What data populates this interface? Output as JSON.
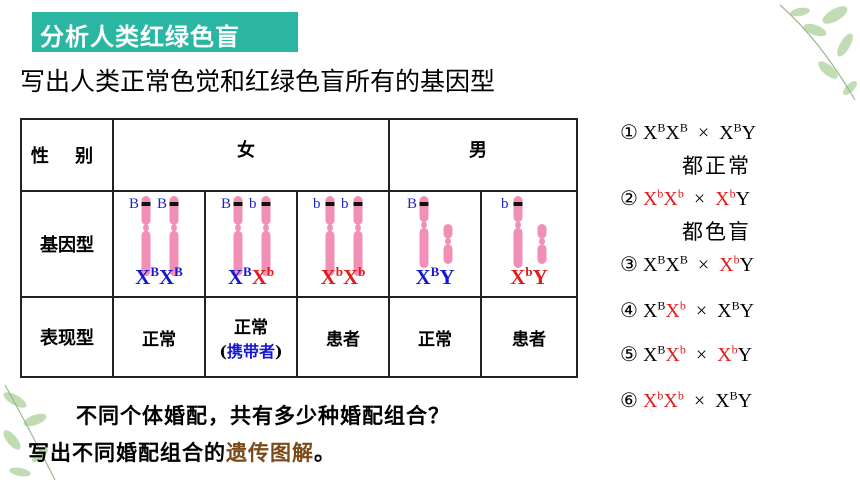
{
  "slide": {
    "title": "分析人类红绿色盲",
    "subtitle": "写出人类正常色觉和红绿色盲所有的基因型"
  },
  "table": {
    "head": {
      "sex_label": "性 别",
      "female": "女",
      "male": "男"
    },
    "row_genotype_label": "基因型",
    "row_phenotype_label": "表现型",
    "chromosome_color": "#f28fb6",
    "columns": [
      {
        "alleles": [
          "B",
          "B"
        ],
        "genotype": {
          "p1": "X",
          "s1": "B",
          "p2": "X",
          "s2": "B"
        },
        "phenotype": "正常"
      },
      {
        "alleles": [
          "B",
          "b"
        ],
        "genotype": {
          "p1": "X",
          "s1": "B",
          "p2": "X",
          "s2": "b"
        },
        "phenotype": "正常",
        "phenotype_note": "携带者"
      },
      {
        "alleles": [
          "b",
          "b"
        ],
        "genotype": {
          "p1": "X",
          "s1": "b",
          "p2": "X",
          "s2": "b"
        },
        "phenotype": "患者"
      },
      {
        "alleles": [
          "B"
        ],
        "genotype": {
          "p1": "X",
          "s1": "B",
          "p2": "Y"
        },
        "phenotype": "正常"
      },
      {
        "alleles": [
          "b"
        ],
        "genotype": {
          "p1": "X",
          "s1": "b",
          "p2": "Y"
        },
        "phenotype": "患者"
      }
    ]
  },
  "combinations": {
    "items": [
      {
        "num": "①",
        "a": "X",
        "as": "B",
        "b": "X",
        "bs": "B",
        "op": "×",
        "c": "X",
        "cs": "B",
        "d": "Y"
      },
      {
        "num": "②",
        "a": "X",
        "as": "b",
        "b": "X",
        "bs": "b",
        "op": "×",
        "c": "X",
        "cs": "b",
        "d": "Y"
      },
      {
        "num": "③",
        "a": "X",
        "as": "B",
        "b": "X",
        "bs": "B",
        "op": "×",
        "c": "X",
        "cs": "b",
        "d": "Y"
      },
      {
        "num": "④",
        "a": "X",
        "as": "B",
        "b": "X",
        "bs": "b",
        "op": "×",
        "c": "X",
        "cs": "B",
        "d": "Y"
      },
      {
        "num": "⑤",
        "a": "X",
        "as": "B",
        "b": "X",
        "bs": "b",
        "op": "×",
        "c": "X",
        "cs": "b",
        "d": "Y"
      },
      {
        "num": "⑥",
        "a": "X",
        "as": "b",
        "b": "X",
        "bs": "b",
        "op": "×",
        "c": "X",
        "cs": "B",
        "d": "Y"
      }
    ],
    "note_1": "都正常",
    "note_2": "都色盲"
  },
  "questions": {
    "q1": "不同个体婚配，共有多少种婚配组合？",
    "q2_prefix": "写出不同婚配组合的",
    "q2_highlight": "遗传图解",
    "q2_suffix": "。"
  }
}
